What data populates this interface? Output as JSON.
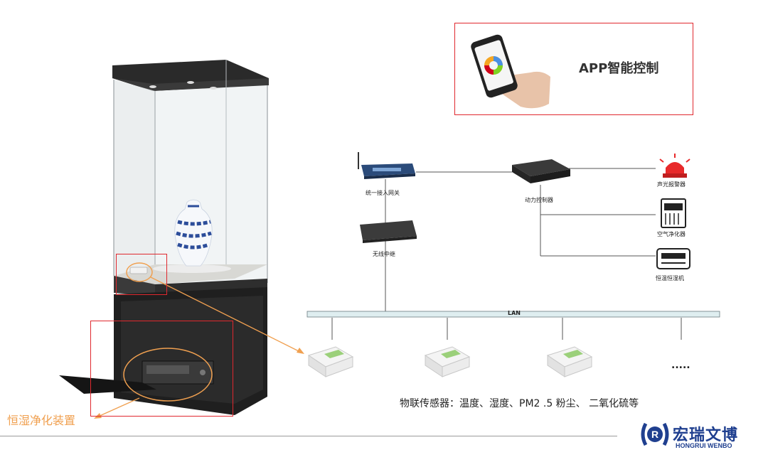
{
  "app_box": {
    "label": "APP智能控制"
  },
  "devices": {
    "gateway": "统一接入网关",
    "wireless_relay": "无线中继",
    "power_controller": "动力控制器",
    "alarm": "声光报警器",
    "air_purifier": "空气净化器",
    "humidifier": "恒温恒湿机"
  },
  "lan_label": "LAN",
  "ellipsis": ".....",
  "sensors_caption": "物联传感器：温度、湿度、PM2 .5 粉尘、 二氧化硫等",
  "device_label": "恒湿净化装置",
  "logo": {
    "cn": "宏瑞文博",
    "en": "HONGRUI WENBO"
  },
  "colors": {
    "red": "#e0282e",
    "orange": "#f0a050",
    "logo_blue": "#1f3f8f"
  }
}
